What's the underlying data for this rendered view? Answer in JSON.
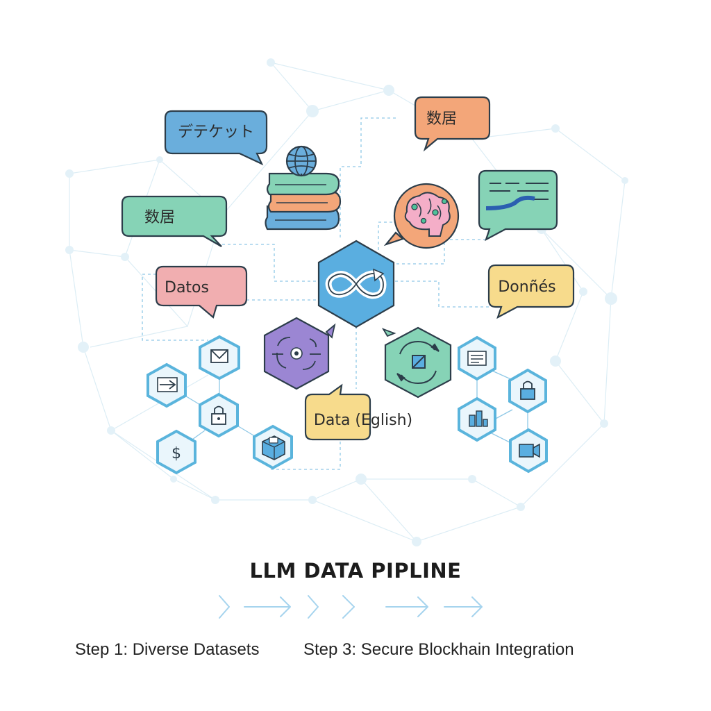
{
  "diagram": {
    "title": "LLM DATA PIPLINE",
    "steps": [
      "Step 1: Diverse Datasets",
      "Step 3: Secure Blockhain Integration"
    ],
    "bubbles": [
      {
        "id": "detekett",
        "text": "デテケット",
        "color": "#6aaedc"
      },
      {
        "id": "shuju-top",
        "text": "数居",
        "color": "#f3a679"
      },
      {
        "id": "shuju-left",
        "text": "数居",
        "color": "#86d3b6"
      },
      {
        "id": "datos",
        "text": "Datos",
        "color": "#f1aeb0"
      },
      {
        "id": "donnes",
        "text": "Donñés",
        "color": "#f7db8c"
      },
      {
        "id": "data-english",
        "text": "Data (Eglish)",
        "color": "#f7db8c"
      }
    ],
    "icons": [
      "globe-books-icon",
      "brain-icon",
      "text-flow-icon",
      "infinity-loop-icon",
      "process-icon",
      "recycle-icon",
      "mail-icon",
      "arrow-icon",
      "lock-icon",
      "dollar-icon",
      "box-icon",
      "document-icon",
      "chart-icon",
      "video-icon"
    ],
    "colors": {
      "accent": "#5aaee0",
      "network": "#cfe7f3",
      "hex_stroke": "#5ab4dc"
    }
  }
}
